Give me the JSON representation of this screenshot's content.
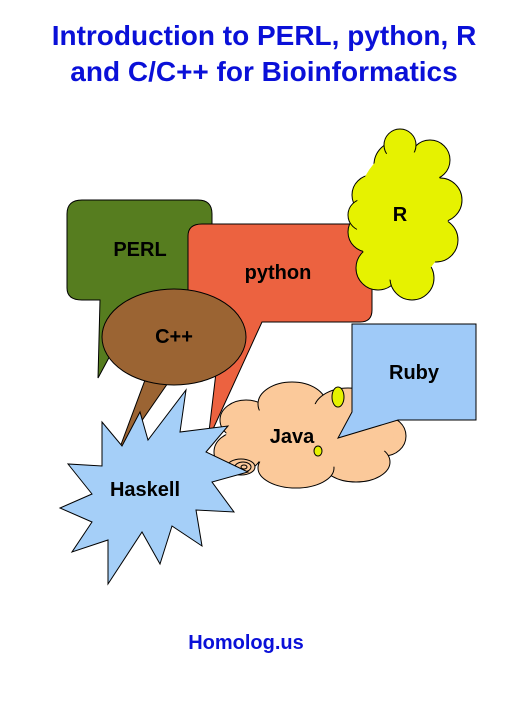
{
  "title": {
    "line1": "Introduction to PERL, python, R",
    "line2": "and C/C++ for Bioinformatics"
  },
  "bubbles": {
    "perl": "PERL",
    "python": "python",
    "r": "R",
    "cpp": "C++",
    "ruby": "Ruby",
    "java": "Java",
    "haskell": "Haskell"
  },
  "footer": "Homolog.us",
  "colors": {
    "title": "#0a10d8",
    "perl": "#567d1f",
    "python": "#ec6240",
    "r": "#e6f200",
    "cpp": "#9b6433",
    "ruby": "#9fcaf8",
    "java": "#fbc99a",
    "haskell": "#a5cff8"
  }
}
